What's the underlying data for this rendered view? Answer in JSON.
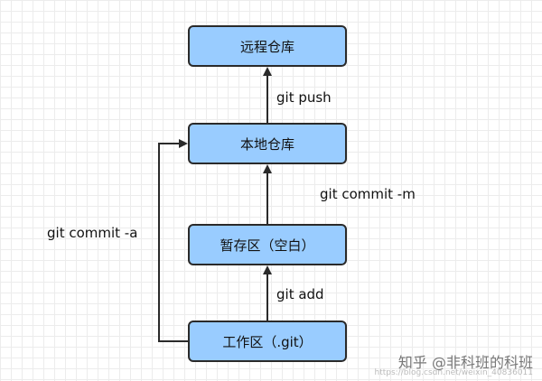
{
  "nodes": {
    "remote": "远程仓库",
    "local": "本地仓库",
    "staging": "暂存区（空白）",
    "workspace": "工作区（.git）"
  },
  "edges": {
    "push": "git push",
    "commit_m": "git commit -m",
    "add": "git add",
    "commit_a": "git commit -a"
  },
  "watermark": {
    "text": "知乎 @非科班的科班",
    "url": "https://blog.csdn.net/weixin_40836011"
  }
}
